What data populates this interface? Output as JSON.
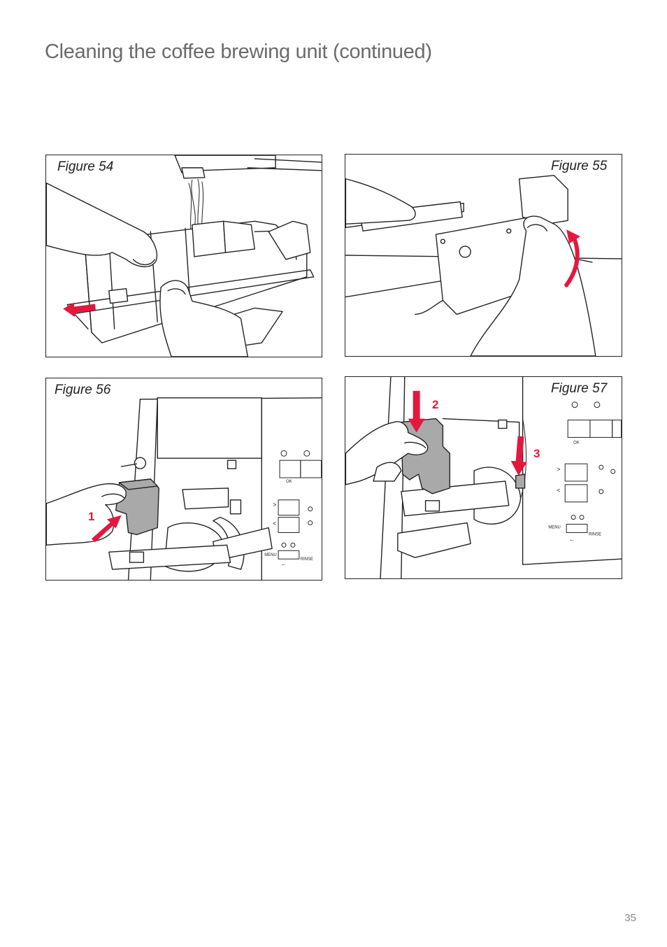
{
  "page": {
    "title": "Cleaning the coffee brewing unit (continued)",
    "page_number": "35"
  },
  "figures": [
    {
      "id": "54",
      "label": "Figure 54"
    },
    {
      "id": "55",
      "label": "Figure 55"
    },
    {
      "id": "56",
      "label": "Figure 56",
      "callouts": [
        "1"
      ]
    },
    {
      "id": "57",
      "label": "Figure 57",
      "callouts": [
        "2",
        "3"
      ]
    }
  ],
  "panel_text": {
    "ok": "OK",
    "menu": "MENU",
    "rinse": "RINSE",
    "gt": ">",
    "lt": "<",
    "back_arrow": "←"
  },
  "colors": {
    "accent_red": "#e4173e",
    "part_grey": "#a9a9a9",
    "title_grey": "#6a6a6a"
  },
  "icons": [
    "arrow-left-icon",
    "curved-arrow-up-icon",
    "arrow-down-icon",
    "arrow-diagonal-icon"
  ]
}
